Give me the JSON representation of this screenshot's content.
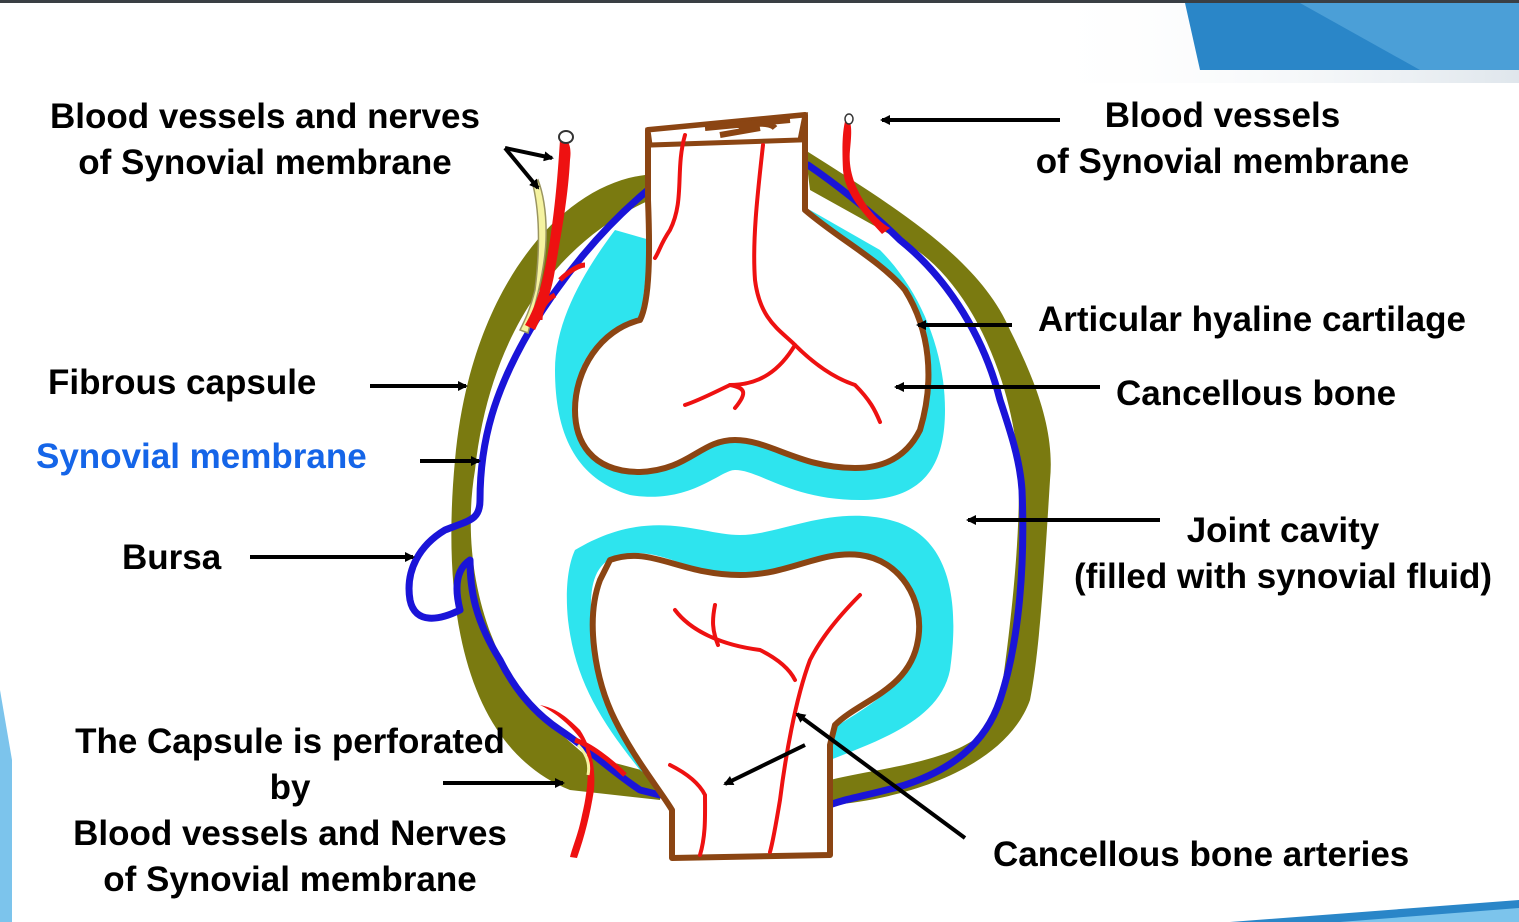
{
  "colors": {
    "fibrous_capsule": "#7a7a10",
    "synovial_membrane": "#1a14d8",
    "cartilage": "#2ee4ee",
    "bone_outline": "#8b4513",
    "artery": "#ee1111",
    "nerve": "#f5f3a0",
    "synovial_label": "#1565e8",
    "slide_accent": "#2a86c8"
  },
  "labels": {
    "bv_nerves_synovial": [
      "Blood vessels and nerves",
      "of Synovial membrane"
    ],
    "bv_synovial": [
      "Blood vessels",
      "of Synovial membrane"
    ],
    "articular_cartilage": "Articular hyaline cartilage",
    "fibrous_capsule": "Fibrous capsule",
    "cancellous_bone": "Cancellous bone",
    "synovial_membrane": "Synovial membrane",
    "joint_cavity": [
      "Joint cavity",
      "(filled with synovial fluid)"
    ],
    "bursa": "Bursa",
    "capsule_perforated": [
      "The Capsule is perforated",
      "by",
      "Blood vessels and Nerves",
      "of Synovial membrane"
    ],
    "cancellous_arteries": "Cancellous bone arteries"
  }
}
